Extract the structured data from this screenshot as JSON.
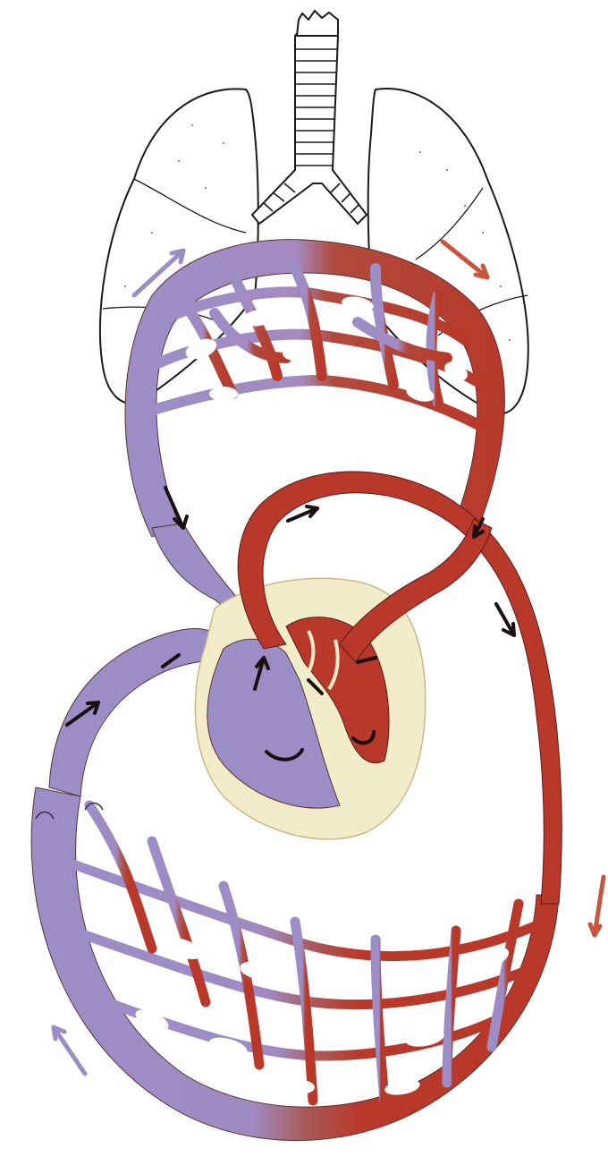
{
  "diagram": {
    "colors": {
      "deoxygenated": "#9b8ec7",
      "oxygenated": "#b8392a",
      "heart_fill": "#f3ecc8",
      "outline": "#2a1a1a",
      "lung_outline": "#1a1a1a",
      "arrow": "#1a1010"
    },
    "components": [
      "trachea",
      "left-lung",
      "right-lung",
      "pulmonary-capillary-network",
      "heart",
      "systemic-capillary-network",
      "aorta",
      "vena-cava"
    ]
  }
}
